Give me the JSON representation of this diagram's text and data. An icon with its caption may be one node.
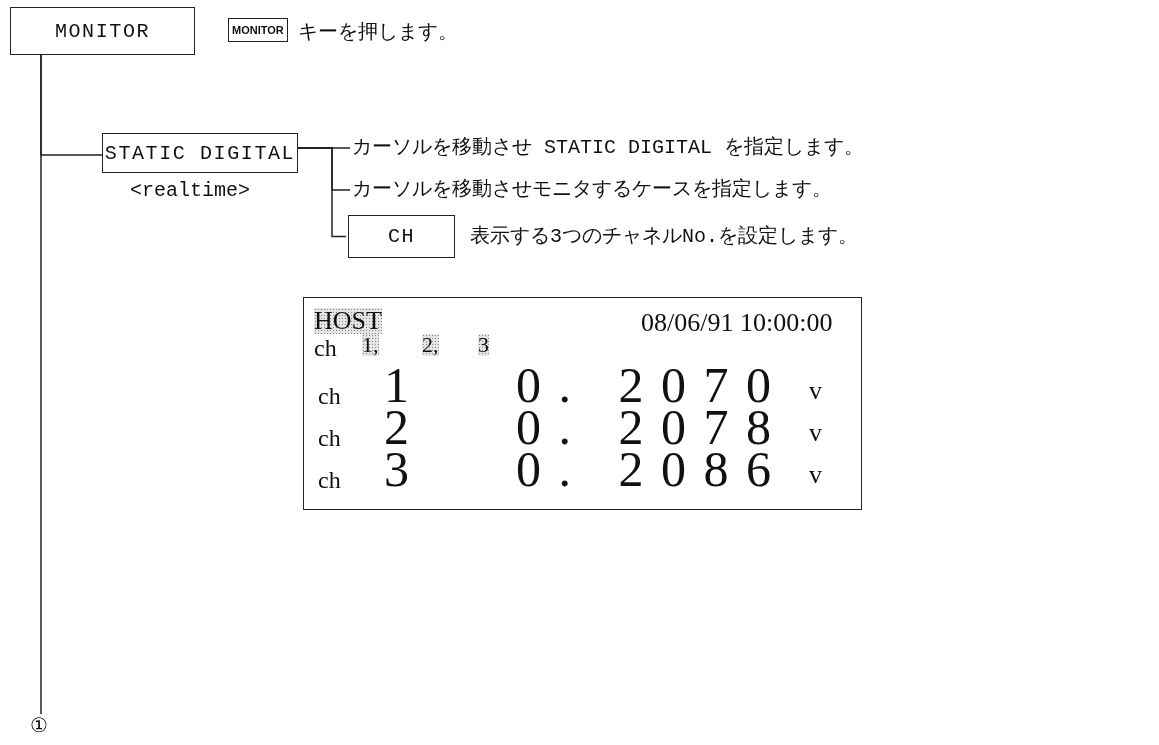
{
  "diagram": {
    "nodes": [
      {
        "text": [
          "MONITOR"
        ],
        "beside": [
          "MONITOR",
          "キーを押します。"
        ]
      },
      {
        "text": [
          "STATIC DIGITAL"
        ],
        "beside": [
          "<realtime>"
        ]
      },
      {
        "text": [
          "カーソルを移動させ STATIC DIGITAL を指定します。"
        ]
      },
      {
        "text": [
          "カーソルを移動させモニタするケースを指定します。"
        ]
      },
      {
        "text": [
          "CH"
        ],
        "beside": [
          "表示する3つのチャネルNo.を設定します。"
        ]
      },
      {
        "text": [
          "①"
        ]
      },
      {
        "text": [
          "HOST",
          "08/06/91 10:00:00",
          "ch",
          "1,",
          "2,",
          "3",
          "ch",
          "1",
          "0. 2070",
          "v",
          "ch",
          "2",
          "0. 2078",
          "v",
          "ch",
          "3",
          "0. 2086",
          "v"
        ]
      }
    ],
    "edges": [
      {
        "from": 0,
        "to": 5,
        "arrow": "none"
      },
      {
        "from": 0,
        "to": 1,
        "arrow": "none"
      },
      {
        "from": 1,
        "to": 2,
        "arrow": "none"
      },
      {
        "from": 1,
        "to": 3,
        "arrow": "none"
      },
      {
        "from": 1,
        "to": 4,
        "arrow": "none"
      }
    ]
  }
}
